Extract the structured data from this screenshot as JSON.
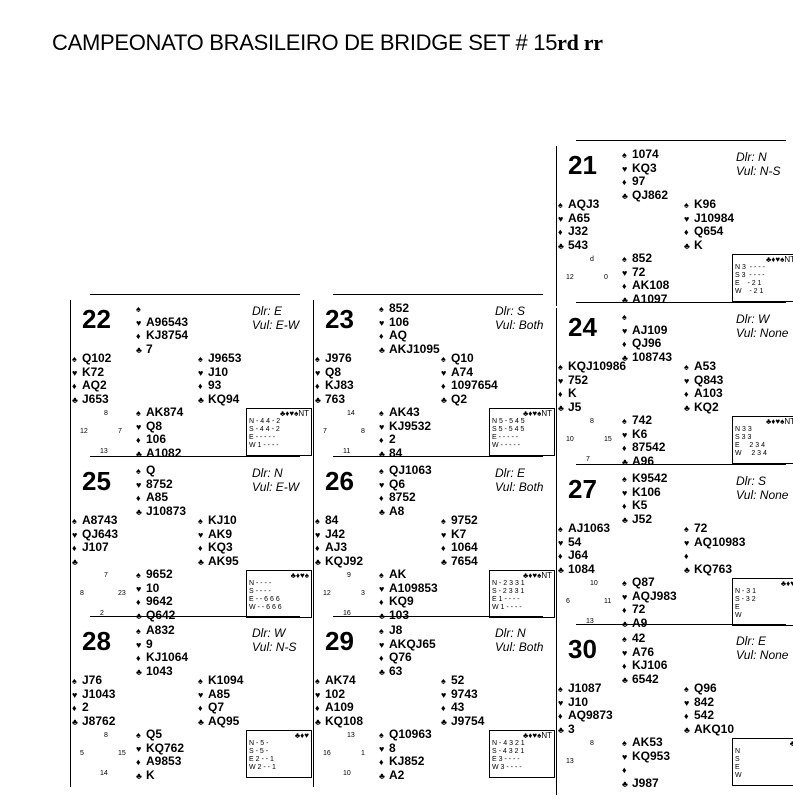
{
  "page": {
    "title": "CAMPEONATO BRASILEIRO DE BRIDGE SET # 15",
    "title_suffix": "rd rr"
  },
  "boards": [
    {
      "number": "21",
      "dealer": "Dlr: N",
      "vul": "Vul: N-S",
      "north": [
        "1074",
        "KQ3",
        "97",
        "QJ862"
      ],
      "west": [
        "AQJ3",
        "A65",
        "J32",
        "543"
      ],
      "east": [
        "K96",
        "J10984",
        "Q654",
        "K"
      ],
      "south": [
        "852",
        "72",
        "AK108",
        "A1097"
      ],
      "hcp": [
        "d",
        "12",
        "0"
      ],
      "table": {
        "head": "♣♦♥♠NT",
        "rows": [
          "N 3  - - - -",
          "S 3  - - - -",
          "E    - 2 1  ",
          "W    - 2 1  "
        ]
      }
    },
    {
      "number": "22",
      "dealer": "Dlr: E",
      "vul": "Vul: E-W",
      "north": [
        "",
        "A96543",
        "KJ8754",
        "7"
      ],
      "west": [
        "Q102",
        "K72",
        "AQ2",
        "J653"
      ],
      "east": [
        "J9653",
        "J10",
        "93",
        "KQ94"
      ],
      "south": [
        "AK874",
        "Q8",
        "106",
        "A1082"
      ],
      "hcp": [
        "8",
        "12",
        "7",
        "13"
      ],
      "table": {
        "head": "♣♦♥♠NT",
        "rows": [
          "N - 4 4 - 2",
          "S - 4 4 - 2",
          "E - - - - -",
          "W 1 - - - -"
        ]
      }
    },
    {
      "number": "23",
      "dealer": "Dlr: S",
      "vul": "Vul: Both",
      "north": [
        "852",
        "106",
        "AQ",
        "AKJ1095"
      ],
      "west": [
        "J976",
        "Q8",
        "KJ83",
        "763"
      ],
      "east": [
        "Q10",
        "A74",
        "1097654",
        "Q2"
      ],
      "south": [
        "AK43",
        "KJ9532",
        "2",
        "84"
      ],
      "hcp": [
        "14",
        "7",
        "8",
        "11"
      ],
      "table": {
        "head": "♣♦♥♠NT",
        "rows": [
          "N 5 - 5 4 5",
          "S 5 - 5 4 5",
          "E - - - - -",
          "W - - - - -"
        ]
      }
    },
    {
      "number": "24",
      "dealer": "Dlr: W",
      "vul": "Vul: None",
      "north": [
        "",
        "AJ109",
        "QJ96",
        "108743"
      ],
      "west": [
        "KQJ10986",
        "752",
        "K",
        "J5"
      ],
      "east": [
        "A53",
        "Q843",
        "A103",
        "KQ2"
      ],
      "south": [
        "742",
        "K6",
        "87542",
        "A96"
      ],
      "hcp": [
        "8",
        "10",
        "15",
        "7"
      ],
      "table": {
        "head": "♣♦♥♠NT",
        "rows": [
          "N 3 3      ",
          "S 3 3      ",
          "E     2 3 4",
          "W     2 3 4"
        ]
      }
    },
    {
      "number": "25",
      "dealer": "Dlr: N",
      "vul": "Vul: E-W",
      "north": [
        "Q",
        "8752",
        "A85",
        "J10873"
      ],
      "west": [
        "A8743",
        "QJ643",
        "J107",
        ""
      ],
      "east": [
        "KJ10",
        "AK9",
        "KQ3",
        "AK95"
      ],
      "south": [
        "9652",
        "10",
        "9642",
        "Q642"
      ],
      "hcp": [
        "7",
        "8",
        "23",
        "2"
      ],
      "table": {
        "head": "♣♦♥♠",
        "rows": [
          "N - - - -",
          "S - - - -",
          "E - - 6 6 6",
          "W - - 6 6 6"
        ]
      }
    },
    {
      "number": "26",
      "dealer": "Dlr: E",
      "vul": "Vul: Both",
      "north": [
        "QJ1063",
        "Q6",
        "8752",
        "A8"
      ],
      "west": [
        "84",
        "J42",
        "AJ3",
        "KQJ92"
      ],
      "east": [
        "9752",
        "K7",
        "1064",
        "7654"
      ],
      "south": [
        "AK",
        "A109853",
        "KQ9",
        "103"
      ],
      "hcp": [
        "9",
        "12",
        "3",
        "16"
      ],
      "table": {
        "head": "♣♦♥♠NT",
        "rows": [
          "N - 2 3 3 1",
          "S - 2 3 3 1",
          "E 1 - - - -",
          "W 1 - - - -"
        ]
      }
    },
    {
      "number": "27",
      "dealer": "Dlr: S",
      "vul": "Vul: None",
      "north": [
        "K9542",
        "K106",
        "K5",
        "J52"
      ],
      "west": [
        "AJ1063",
        "54",
        "J64",
        "1084"
      ],
      "east": [
        "72",
        "AQ10983",
        "",
        "KQ763"
      ],
      "south": [
        "Q87",
        "AQJ983",
        "72",
        "A9"
      ],
      "hcp": [
        "10",
        "6",
        "11",
        "13"
      ],
      "table": {
        "head": "♣♦♥",
        "rows": [
          "N - 3 1",
          "S - 3 2",
          "E      ",
          "W      "
        ]
      }
    },
    {
      "number": "28",
      "dealer": "Dlr: W",
      "vul": "Vul: N-S",
      "north": [
        "A832",
        "9",
        "KJ1064",
        "1043"
      ],
      "west": [
        "J76",
        "J1043",
        "2",
        "J8762"
      ],
      "east": [
        "K1094",
        "A85",
        "Q7",
        "AQ95"
      ],
      "south": [
        "Q5",
        "KQ762",
        "A9853",
        "K"
      ],
      "hcp": [
        "8",
        "5",
        "15",
        "14"
      ],
      "table": {
        "head": "♣♦♥",
        "rows": [
          "N - 5 -",
          "S - 5 -",
          "E 2 - - 1",
          "W 2 - - 1"
        ]
      }
    },
    {
      "number": "29",
      "dealer": "Dlr: N",
      "vul": "Vul: Both",
      "north": [
        "J8",
        "AKQJ65",
        "Q76",
        "63"
      ],
      "west": [
        "AK74",
        "102",
        "A109",
        "KQ108"
      ],
      "east": [
        "52",
        "9743",
        "43",
        "J9754"
      ],
      "south": [
        "Q10963",
        "8",
        "KJ852",
        "A2"
      ],
      "hcp": [
        "13",
        "16",
        "1",
        "10"
      ],
      "table": {
        "head": "♣♦♥♠NT",
        "rows": [
          "N - 4 3 2 1",
          "S - 4 3 2 1",
          "E 3 - - - -",
          "W 3 - - - -"
        ]
      }
    },
    {
      "number": "30",
      "dealer": "Dlr: E",
      "vul": "Vul: None",
      "north": [
        "42",
        "A76",
        "KJ106",
        "6542"
      ],
      "west": [
        "J1087",
        "J10",
        "AQ9873",
        "3"
      ],
      "east": [
        "Q96",
        "842",
        "542",
        "AKQ10"
      ],
      "south": [
        "AK53",
        "KQ953",
        "",
        "J987"
      ],
      "hcp": [
        "8",
        "13"
      ],
      "table": {
        "head": "♣",
        "rows": [
          "N",
          "S",
          "E",
          "W"
        ]
      }
    }
  ]
}
